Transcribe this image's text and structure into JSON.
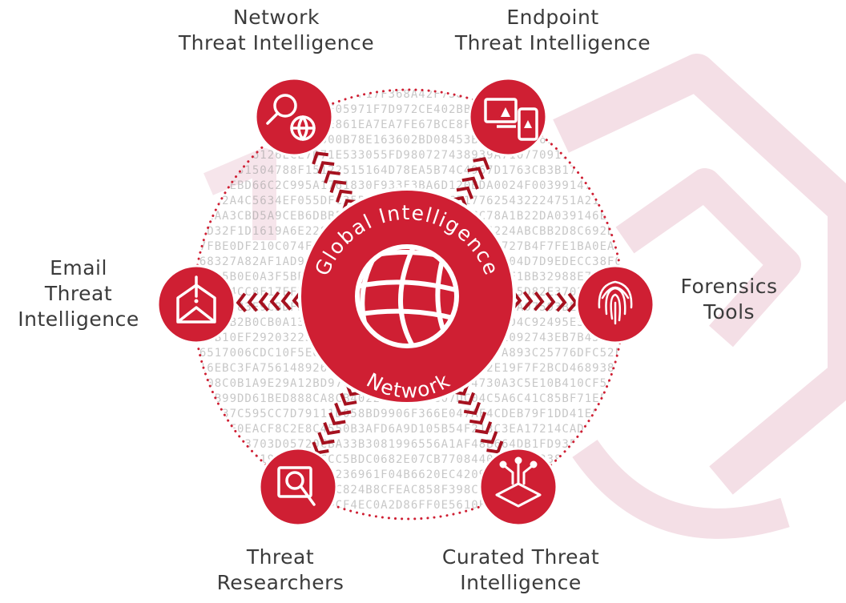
{
  "center": {
    "arc_top": "Global Intelligence",
    "arc_bottom": "Network",
    "icon": "globe-icon"
  },
  "nodes": [
    {
      "id": "network",
      "lines": [
        "Network",
        "Threat Intelligence"
      ],
      "icon": "network-search-icon"
    },
    {
      "id": "endpoint",
      "lines": [
        "Endpoint",
        "Threat Intelligence"
      ],
      "icon": "devices-alert-icon"
    },
    {
      "id": "forensics",
      "lines": [
        "Forensics",
        "Tools"
      ],
      "icon": "fingerprint-icon"
    },
    {
      "id": "curated",
      "lines": [
        "Curated Threat",
        "Intelligence"
      ],
      "icon": "circuit-icon"
    },
    {
      "id": "researchers",
      "lines": [
        "Threat",
        "Researchers"
      ],
      "icon": "magnifier-icon"
    },
    {
      "id": "email",
      "lines": [
        "Email",
        "Threat",
        "Intelligence"
      ],
      "icon": "envelope-alert-icon"
    }
  ],
  "colors": {
    "accent": "#cf1f33",
    "accent_dark": "#a5111f",
    "label": "#3b3b3b",
    "data_text": "#9a9a9a",
    "watermark": "#f4dfe6"
  }
}
